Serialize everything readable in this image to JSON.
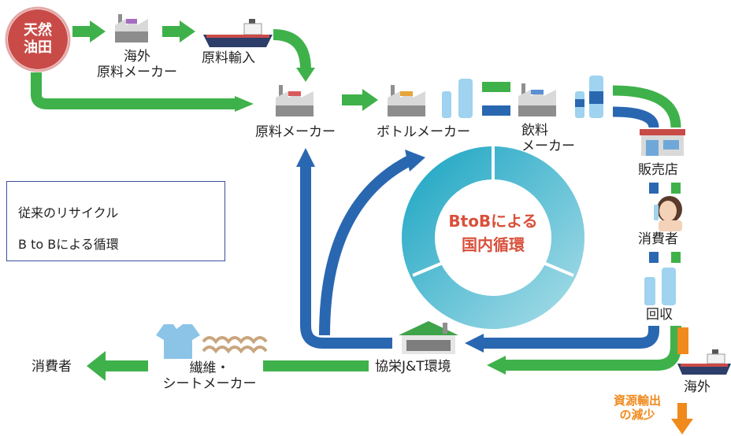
{
  "nodes": {
    "oil_field": "天然\n油田",
    "overseas_maker": "海外\n原料メーカー",
    "import": "原料輸入",
    "raw_maker": "原料メーカー",
    "bottle_maker": "ボトルメーカー",
    "beverage_maker": "飲料\nメーカー",
    "store": "販売店",
    "consumer_right": "消費者",
    "collection": "回収",
    "kyoei": "協栄J&T環境",
    "fiber_maker": "繊維・\nシートメーカー",
    "consumer_left": "消費者",
    "overseas": "海外",
    "export_reduction": "資源輸出\nの減少"
  },
  "legend": {
    "conventional": "従来のリサイクル",
    "btob": "B to Bによる循環"
  },
  "center": {
    "line1": "BtoBによる",
    "line2": "国内循環"
  },
  "colors": {
    "green": "#3fb14a",
    "blue": "#2a67b1",
    "orange": "#f08a1c",
    "teal": "#2fb3c8",
    "oil_red": "#c94b48",
    "text_red": "#d9503b"
  },
  "icons": [
    "factory-icon",
    "ship-icon",
    "bottle-icon",
    "store-icon",
    "consumer-drinking-icon",
    "t-shirt-icon",
    "fiber-sheet-icon",
    "recycling-plant-icon"
  ]
}
